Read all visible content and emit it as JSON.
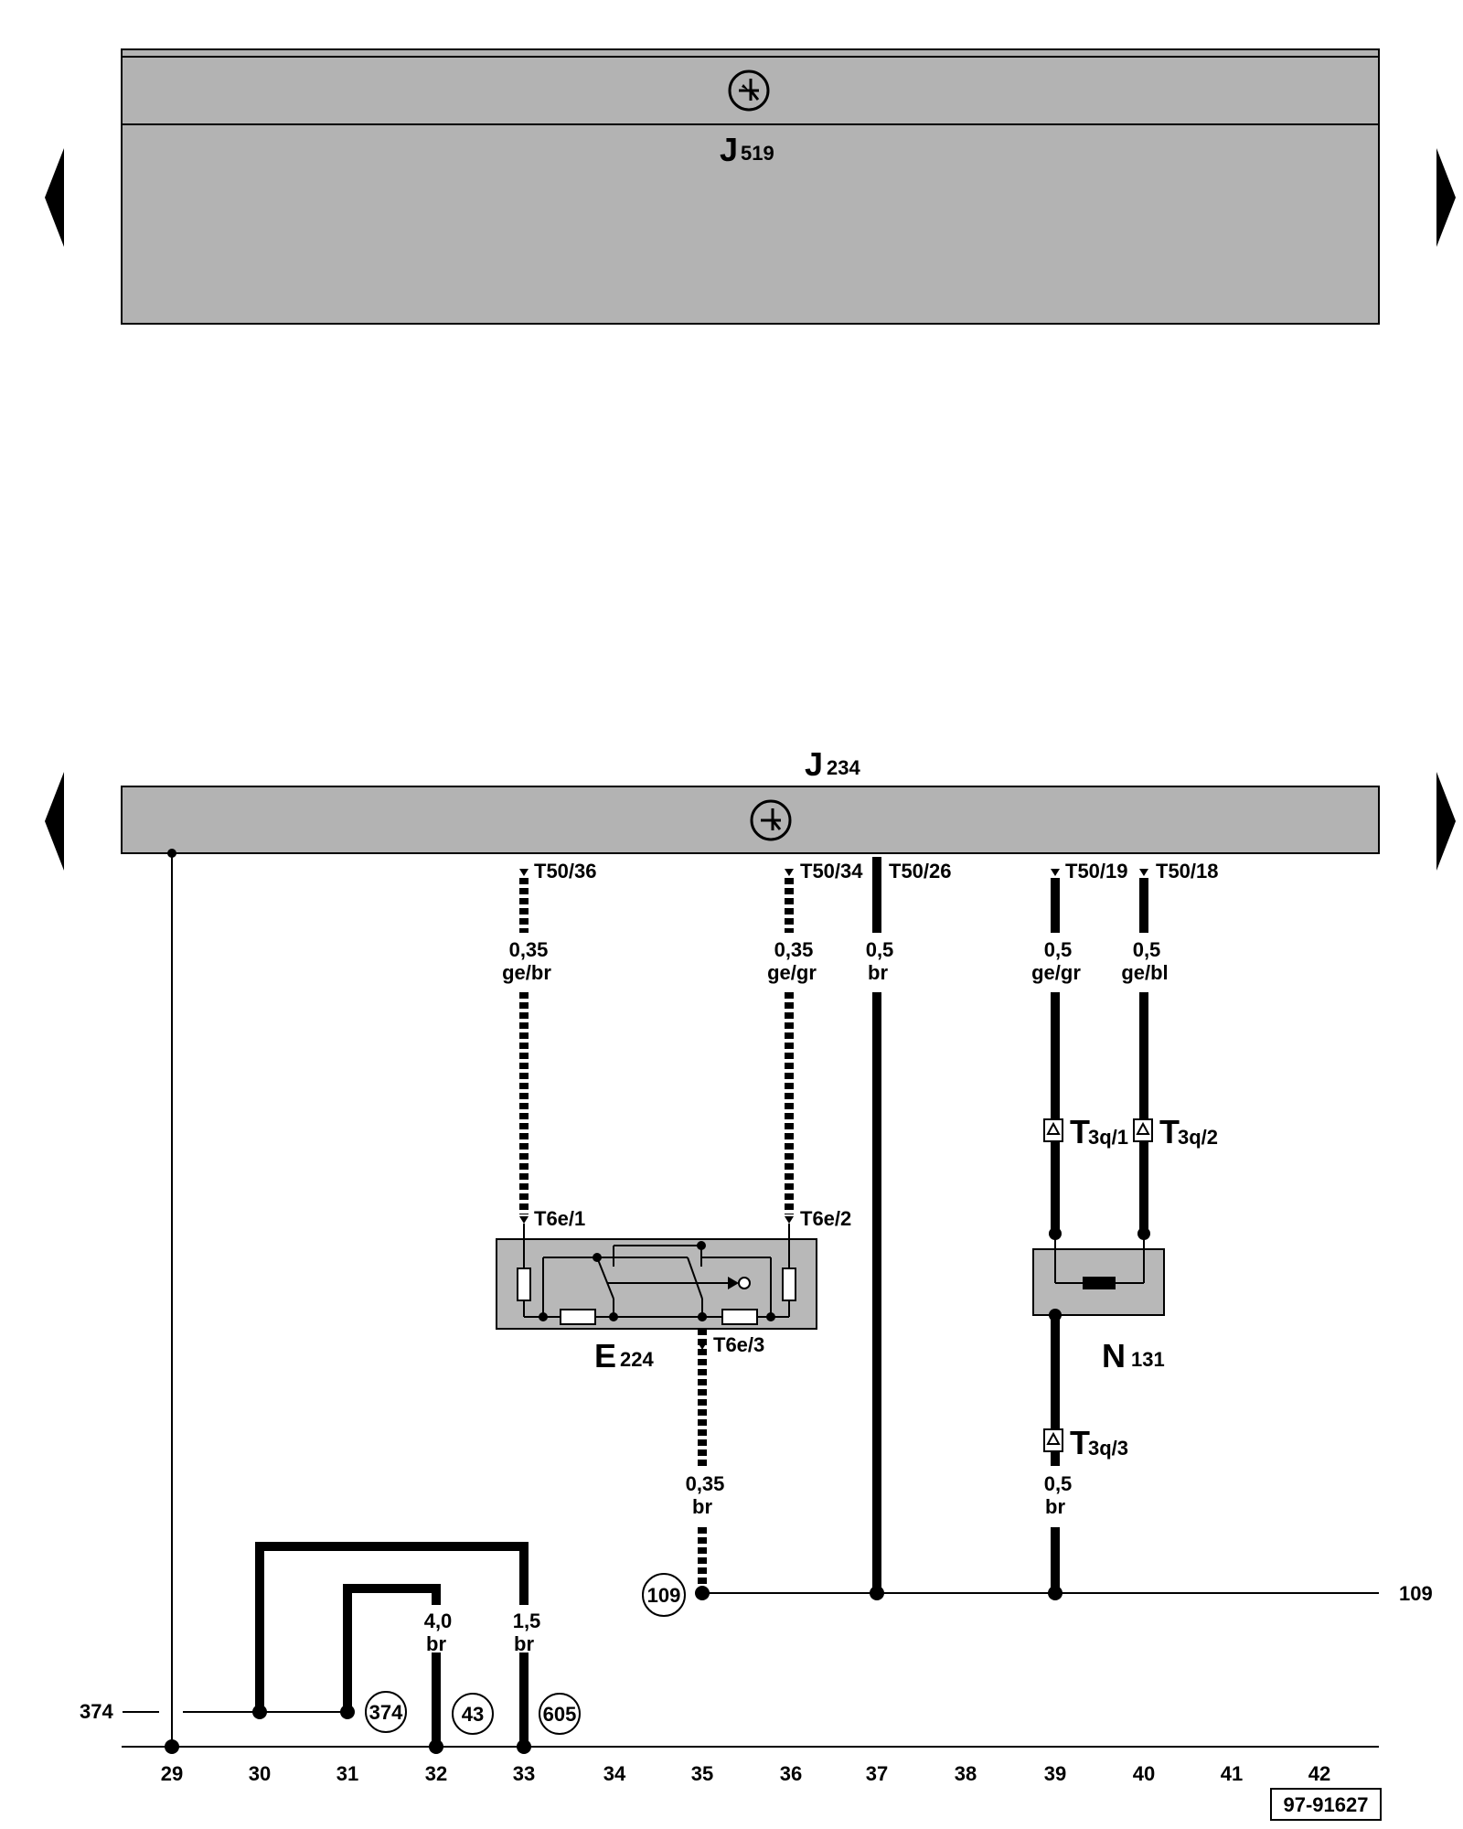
{
  "modules": {
    "top": {
      "letter": "J",
      "number": "519"
    },
    "bottom": {
      "letter": "J",
      "number": "234"
    }
  },
  "pins_j234": {
    "t50_36": "T50/36",
    "t50_34": "T50/34",
    "t50_26": "T50/26",
    "t50_19": "T50/19",
    "t50_18": "T50/18"
  },
  "wires": {
    "w36": {
      "size": "0,35",
      "color": "ge/br"
    },
    "w34": {
      "size": "0,35",
      "color": "ge/gr"
    },
    "w26": {
      "size": "0,5",
      "color": "br"
    },
    "w19": {
      "size": "0,5",
      "color": "ge/gr"
    },
    "w18": {
      "size": "0,5",
      "color": "ge/bl"
    },
    "w_e224_out": {
      "size": "0,35",
      "color": "br"
    },
    "w_n131_out": {
      "size": "0,5",
      "color": "br"
    },
    "w32": {
      "size": "4,0",
      "color": "br"
    },
    "w33": {
      "size": "1,5",
      "color": "br"
    }
  },
  "connectors": {
    "t6e_1": "T6e/1",
    "t6e_2": "T6e/2",
    "t6e_3": "T6e/3",
    "t3q_1": {
      "letter": "T",
      "sub": "3q/1"
    },
    "t3q_2": {
      "letter": "T",
      "sub": "3q/2"
    },
    "t3q_3": {
      "letter": "T",
      "sub": "3q/3"
    }
  },
  "components": {
    "e224": {
      "letter": "E",
      "number": "224"
    },
    "n131": {
      "letter": "N",
      "number": "131"
    }
  },
  "refs": {
    "circle_109": "109",
    "circle_374": "374",
    "circle_43": "43",
    "circle_605": "605",
    "line_109_right": "109",
    "line_374_left": "374"
  },
  "columns": [
    "29",
    "30",
    "31",
    "32",
    "33",
    "34",
    "35",
    "36",
    "37",
    "38",
    "39",
    "40",
    "41",
    "42"
  ],
  "doc_id": "97-91627",
  "colors": {
    "module_fill": "#b3b3b3",
    "component_fill": "#b8b8b8",
    "line": "#000000"
  }
}
